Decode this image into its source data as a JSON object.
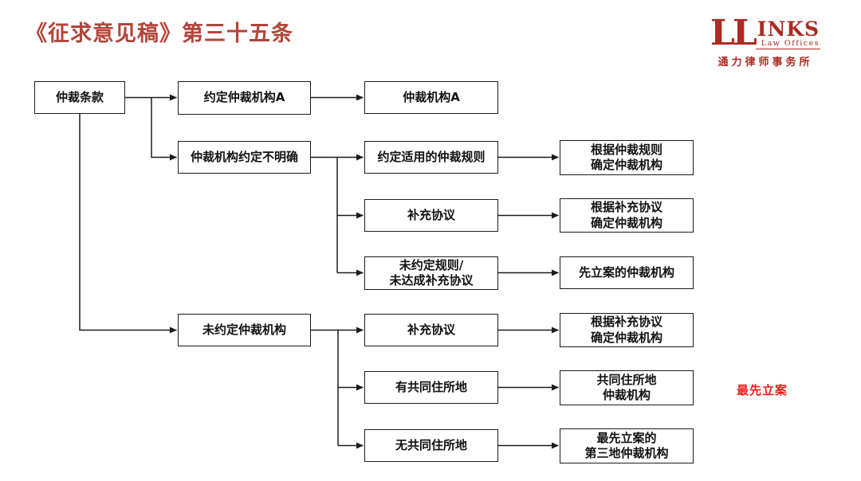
{
  "title": "《征求意见稿》第三十五条",
  "logo": {
    "ll": "LL",
    "inks": "INKS",
    "subtitle": "Law Offices",
    "chinese_name": "通力律师事务所"
  },
  "annotation": {
    "text": "最先立案"
  },
  "colors": {
    "title_red": "#B2453A",
    "logo_red": "#AD2B22",
    "annotation_red": "#F21B1B",
    "line_black": "#1C1C1C",
    "background": "#FFFFFF"
  },
  "nodes": {
    "arbitration_clause": {
      "label": "仲裁条款"
    },
    "agreed_institution_a": {
      "label": "约定仲裁机构A"
    },
    "institution_a": {
      "label": "仲裁机构A"
    },
    "institution_unclear": {
      "label": "仲裁机构约定不明确"
    },
    "agreed_rules": {
      "label": "约定适用的仲裁规则"
    },
    "by_rules": {
      "label": "根据仲裁规则\n确定仲裁机构"
    },
    "supplement_1": {
      "label": "补充协议"
    },
    "by_supplement_1": {
      "label": "根据补充协议\n确定仲裁机构"
    },
    "no_rules_no_supplement": {
      "label": "未约定规则/\n未达成补充协议"
    },
    "first_filed_institution": {
      "label": "先立案的仲裁机构"
    },
    "no_agreed_institution": {
      "label": "未约定仲裁机构"
    },
    "supplement_2": {
      "label": "补充协议"
    },
    "by_supplement_2": {
      "label": "根据补充协议\n确定仲裁机构"
    },
    "common_domicile": {
      "label": "有共同住所地"
    },
    "common_domicile_institution": {
      "label": "共同住所地\n仲裁机构"
    },
    "no_common_domicile": {
      "label": "无共同住所地"
    },
    "third_place_institution": {
      "label": "最先立案的\n第三地仲裁机构"
    }
  }
}
